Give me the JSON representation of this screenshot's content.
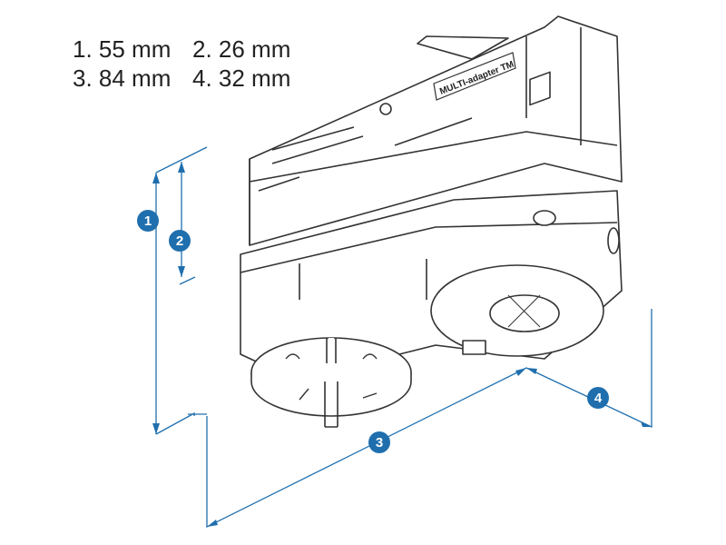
{
  "dimensions": [
    {
      "id": "1",
      "label": "1. 55 mm"
    },
    {
      "id": "2",
      "label": "2. 26 mm"
    },
    {
      "id": "3",
      "label": "3. 84 mm"
    },
    {
      "id": "4",
      "label": "4. 32 mm"
    }
  ],
  "markers": [
    "1",
    "2",
    "3",
    "4"
  ],
  "product_label": "MULTI-adapter TM",
  "colors": {
    "dimension": "#1f6fae",
    "outline": "#333333"
  }
}
